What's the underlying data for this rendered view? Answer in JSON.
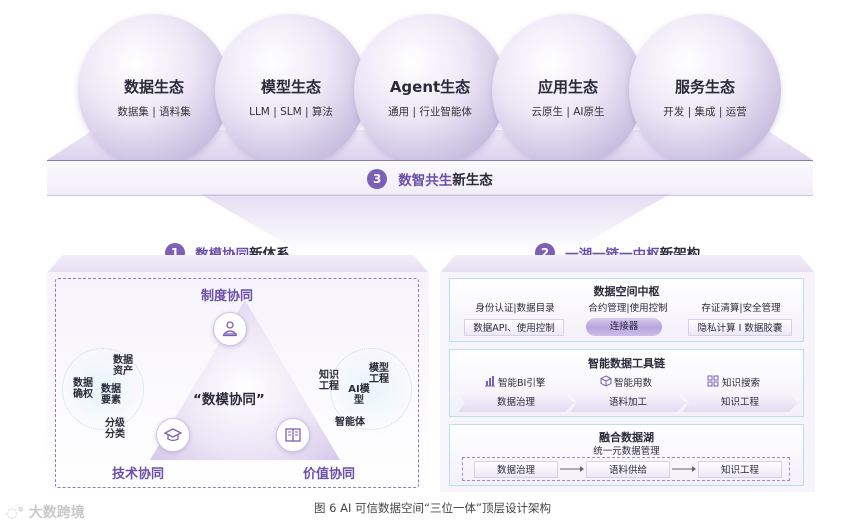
{
  "ecosystems": [
    {
      "title": "数据生态",
      "sub": "数据集 | 语料集"
    },
    {
      "title": "模型生态",
      "sub": "LLM | SLM | 算法"
    },
    {
      "title": "Agent生态",
      "sub": "通用 | 行业智能体"
    },
    {
      "title": "应用生态",
      "sub": "云原生 | AI原生"
    },
    {
      "title": "服务生态",
      "sub": "开发 | 集成 | 运营"
    }
  ],
  "center_bar": {
    "num": "3",
    "highlight": "数智共生",
    "rest": "新生态"
  },
  "left": {
    "num": "1",
    "highlight": "数模协同",
    "rest": "新体系",
    "top_label": "制度协同",
    "bottom_left_label": "技术协同",
    "bottom_right_label": "价值协同",
    "center_label": "“数模协同”",
    "left_items": [
      "数据资产",
      "数据确权",
      "数据要素",
      "分级分类"
    ],
    "right_items": [
      "知识工程",
      "模型工程",
      "AI模型",
      "智能体"
    ]
  },
  "right": {
    "num": "2",
    "highlight": "一湖一链一中枢",
    "rest": "新架构",
    "hub": {
      "title": "数据空间中枢",
      "row1": [
        "身份认证|数据目录",
        "合约管理|使用控制",
        "存证清算|安全管理"
      ],
      "row2_left": "数据API、使用控制",
      "connector": "连接器",
      "row2_right": "隐私计算 I 数据胶囊"
    },
    "toolchain": {
      "title": "智能数据工具链",
      "tools": [
        "智能BI引擎",
        "智能用数",
        "知识搜索"
      ],
      "flow": [
        "数据治理",
        "语料加工",
        "知识工程"
      ]
    },
    "lake": {
      "title": "融合数据湖",
      "subtitle": "统一元数据管理",
      "flow": [
        "数据治理",
        "语料供给",
        "知识工程"
      ]
    }
  },
  "caption": "图 6 AI 可信数据空间“三位一体”顶层设计架构",
  "watermark": "大数跨境"
}
